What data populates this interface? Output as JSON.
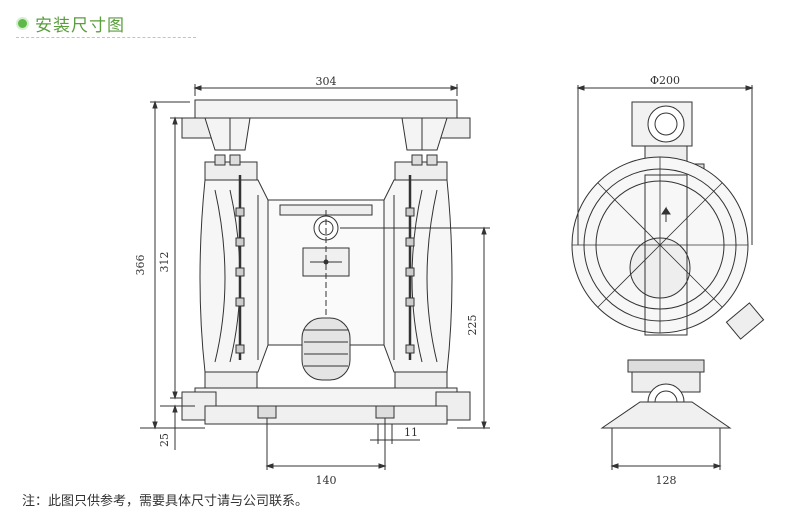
{
  "header": {
    "title": "安装尺寸图",
    "accent": "#5a9e3c"
  },
  "dimensions": {
    "front": {
      "width": "304",
      "height_total": "366",
      "height_body": "312",
      "outlet_height": "225",
      "base_height": "25",
      "bolt_spacing": "140",
      "bolt_hole": "11"
    },
    "side": {
      "diameter": "Φ200",
      "base_width": "128"
    }
  },
  "footer": {
    "note": "注：此图只供参考，需要具体尺寸请与公司联系。"
  }
}
